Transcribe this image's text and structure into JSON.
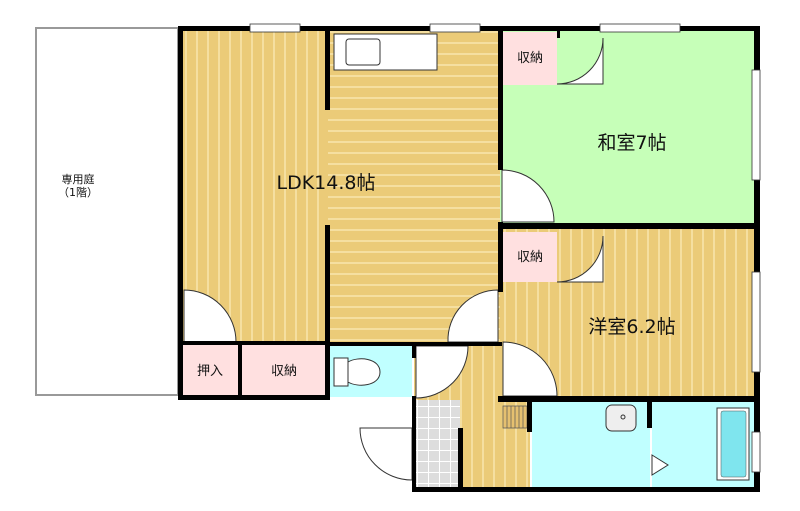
{
  "garden": {
    "name": "専用庭",
    "note": "（1階）"
  },
  "rooms": {
    "ldk": "LDK14.8帖",
    "washitsu": "和室7帖",
    "youshitsu": "洋室6.2帖",
    "storage_washitsu": "収納",
    "storage_youshitsu": "収納",
    "oshiire": "押入",
    "storage_ldk": "収納"
  },
  "colors": {
    "wood": "#EBCB78",
    "tatami": "#C6FFB8",
    "wet": "#C0FFFF",
    "storage": "#FFE0E0",
    "tile": "#DDDDDD",
    "wall": "#000000"
  }
}
